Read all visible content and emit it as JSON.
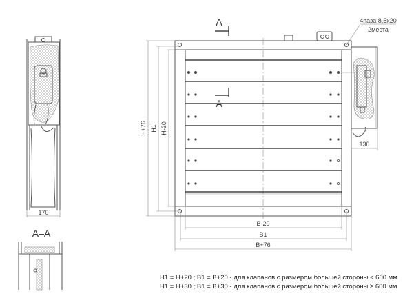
{
  "section_label_top": "A",
  "section_label_bottom": "A",
  "section_view_title": "A–A",
  "callout": {
    "line1": "4паза 8,5х20",
    "line2": "2места"
  },
  "dimensions": {
    "h76": "H+76",
    "h1": "H1",
    "h20": "H-20",
    "b20": "B-20",
    "b1": "B1",
    "b76": "B+76",
    "side_width": "170",
    "actuator_width": "130"
  },
  "notes": [
    "H1 = H+20 ; B1 = B+20 - для клапанов с размером большей стороны < 600 мм",
    "H1 = H+30 ; B1 = B+30 - для клапанов с размером большей стороны  ≥ 600 мм"
  ]
}
